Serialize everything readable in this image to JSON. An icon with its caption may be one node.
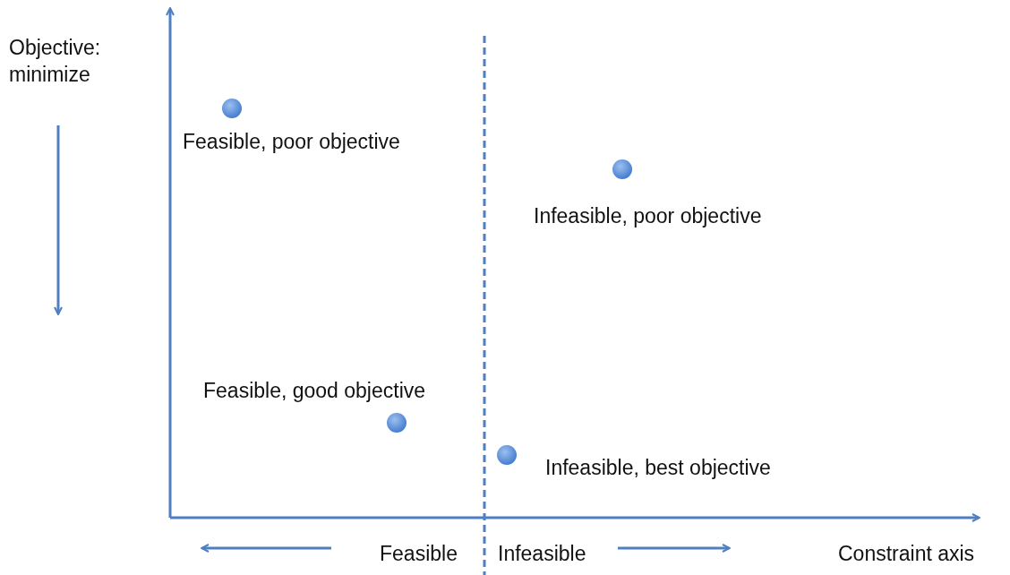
{
  "diagram": {
    "labels": [
      "Objective: minimize",
      "Feasible, poor objective",
      "Infeasible, poor objective",
      "Feasible, good objective",
      "Infeasible, best objective",
      "Feasible",
      "Infeasible",
      "Constraint axis"
    ]
  }
}
